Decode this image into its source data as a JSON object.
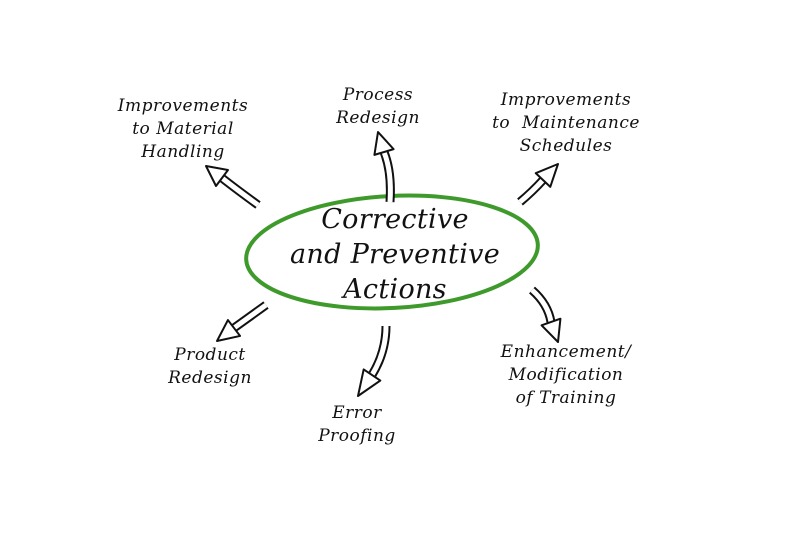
{
  "center": {
    "lines": [
      "Corrective",
      "and Preventive",
      "Actions"
    ],
    "ellipse_color": "#3f9a2c"
  },
  "nodes": [
    {
      "id": "material-handling",
      "lines": [
        "Improvements",
        "to Material",
        "Handling"
      ]
    },
    {
      "id": "process-redesign",
      "lines": [
        "Process",
        "Redesign"
      ]
    },
    {
      "id": "maintenance-schedules",
      "lines": [
        "Improvements",
        "to  Maintenance",
        "Schedules"
      ]
    },
    {
      "id": "product-redesign",
      "lines": [
        "Product",
        "Redesign"
      ]
    },
    {
      "id": "error-proofing",
      "lines": [
        "Error",
        "Proofing"
      ]
    },
    {
      "id": "training",
      "lines": [
        "Enhancement/",
        "Modification",
        "of Training"
      ]
    }
  ]
}
